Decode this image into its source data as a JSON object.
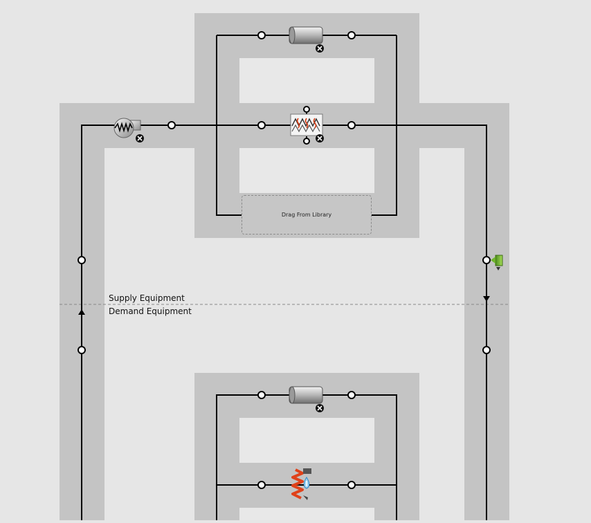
{
  "diagram": {
    "supply_label": "Supply Equipment",
    "demand_label": "Demand Equipment",
    "drop_zone_label": "Drag From Library"
  },
  "components": [
    {
      "name": "pipe-icon",
      "kind": "pipe"
    },
    {
      "name": "fan-icon",
      "kind": "fan"
    },
    {
      "name": "heating-coil-icon",
      "kind": "coil"
    },
    {
      "name": "setpoint-manager-icon",
      "kind": "setpoint"
    },
    {
      "name": "water-coil-icon",
      "kind": "water-coil"
    }
  ],
  "colors": {
    "background": "#e6e6e6",
    "lane": "#c4c4c4",
    "line": "#000000",
    "divider": "#888888"
  }
}
